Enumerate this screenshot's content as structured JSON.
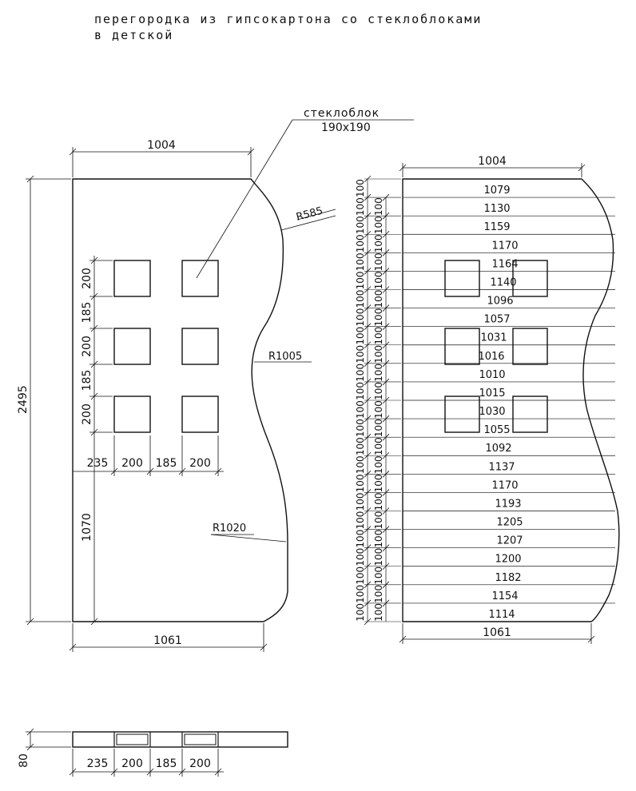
{
  "title": {
    "line1": "перегородка из гипсокартона со стеклоблоками",
    "line2": "в детской"
  },
  "callout": {
    "name": "стеклоблок",
    "size": "190x190"
  },
  "left_view": {
    "top_width": "1004",
    "bottom_width": "1061",
    "height": "2495",
    "lower_height": "1070",
    "radii": [
      "R585",
      "R1005",
      "R1020"
    ],
    "vertical_dims": [
      "200",
      "185",
      "200",
      "185",
      "200"
    ],
    "horizontal_dims": [
      "235",
      "200",
      "185",
      "200"
    ]
  },
  "right_view": {
    "top_width": "1004",
    "bottom_width": "1061",
    "spacing_label": "100",
    "strip_lengths": [
      "1079",
      "1130",
      "1159",
      "1170",
      "1164",
      "1140",
      "1096",
      "1057",
      "1031",
      "1016",
      "1010",
      "1015",
      "1030",
      "1055",
      "1092",
      "1137",
      "1170",
      "1193",
      "1205",
      "1207",
      "1200",
      "1182",
      "1154",
      "1114"
    ]
  },
  "section_view": {
    "thickness": "80",
    "dims": [
      "235",
      "200",
      "185",
      "200"
    ]
  }
}
